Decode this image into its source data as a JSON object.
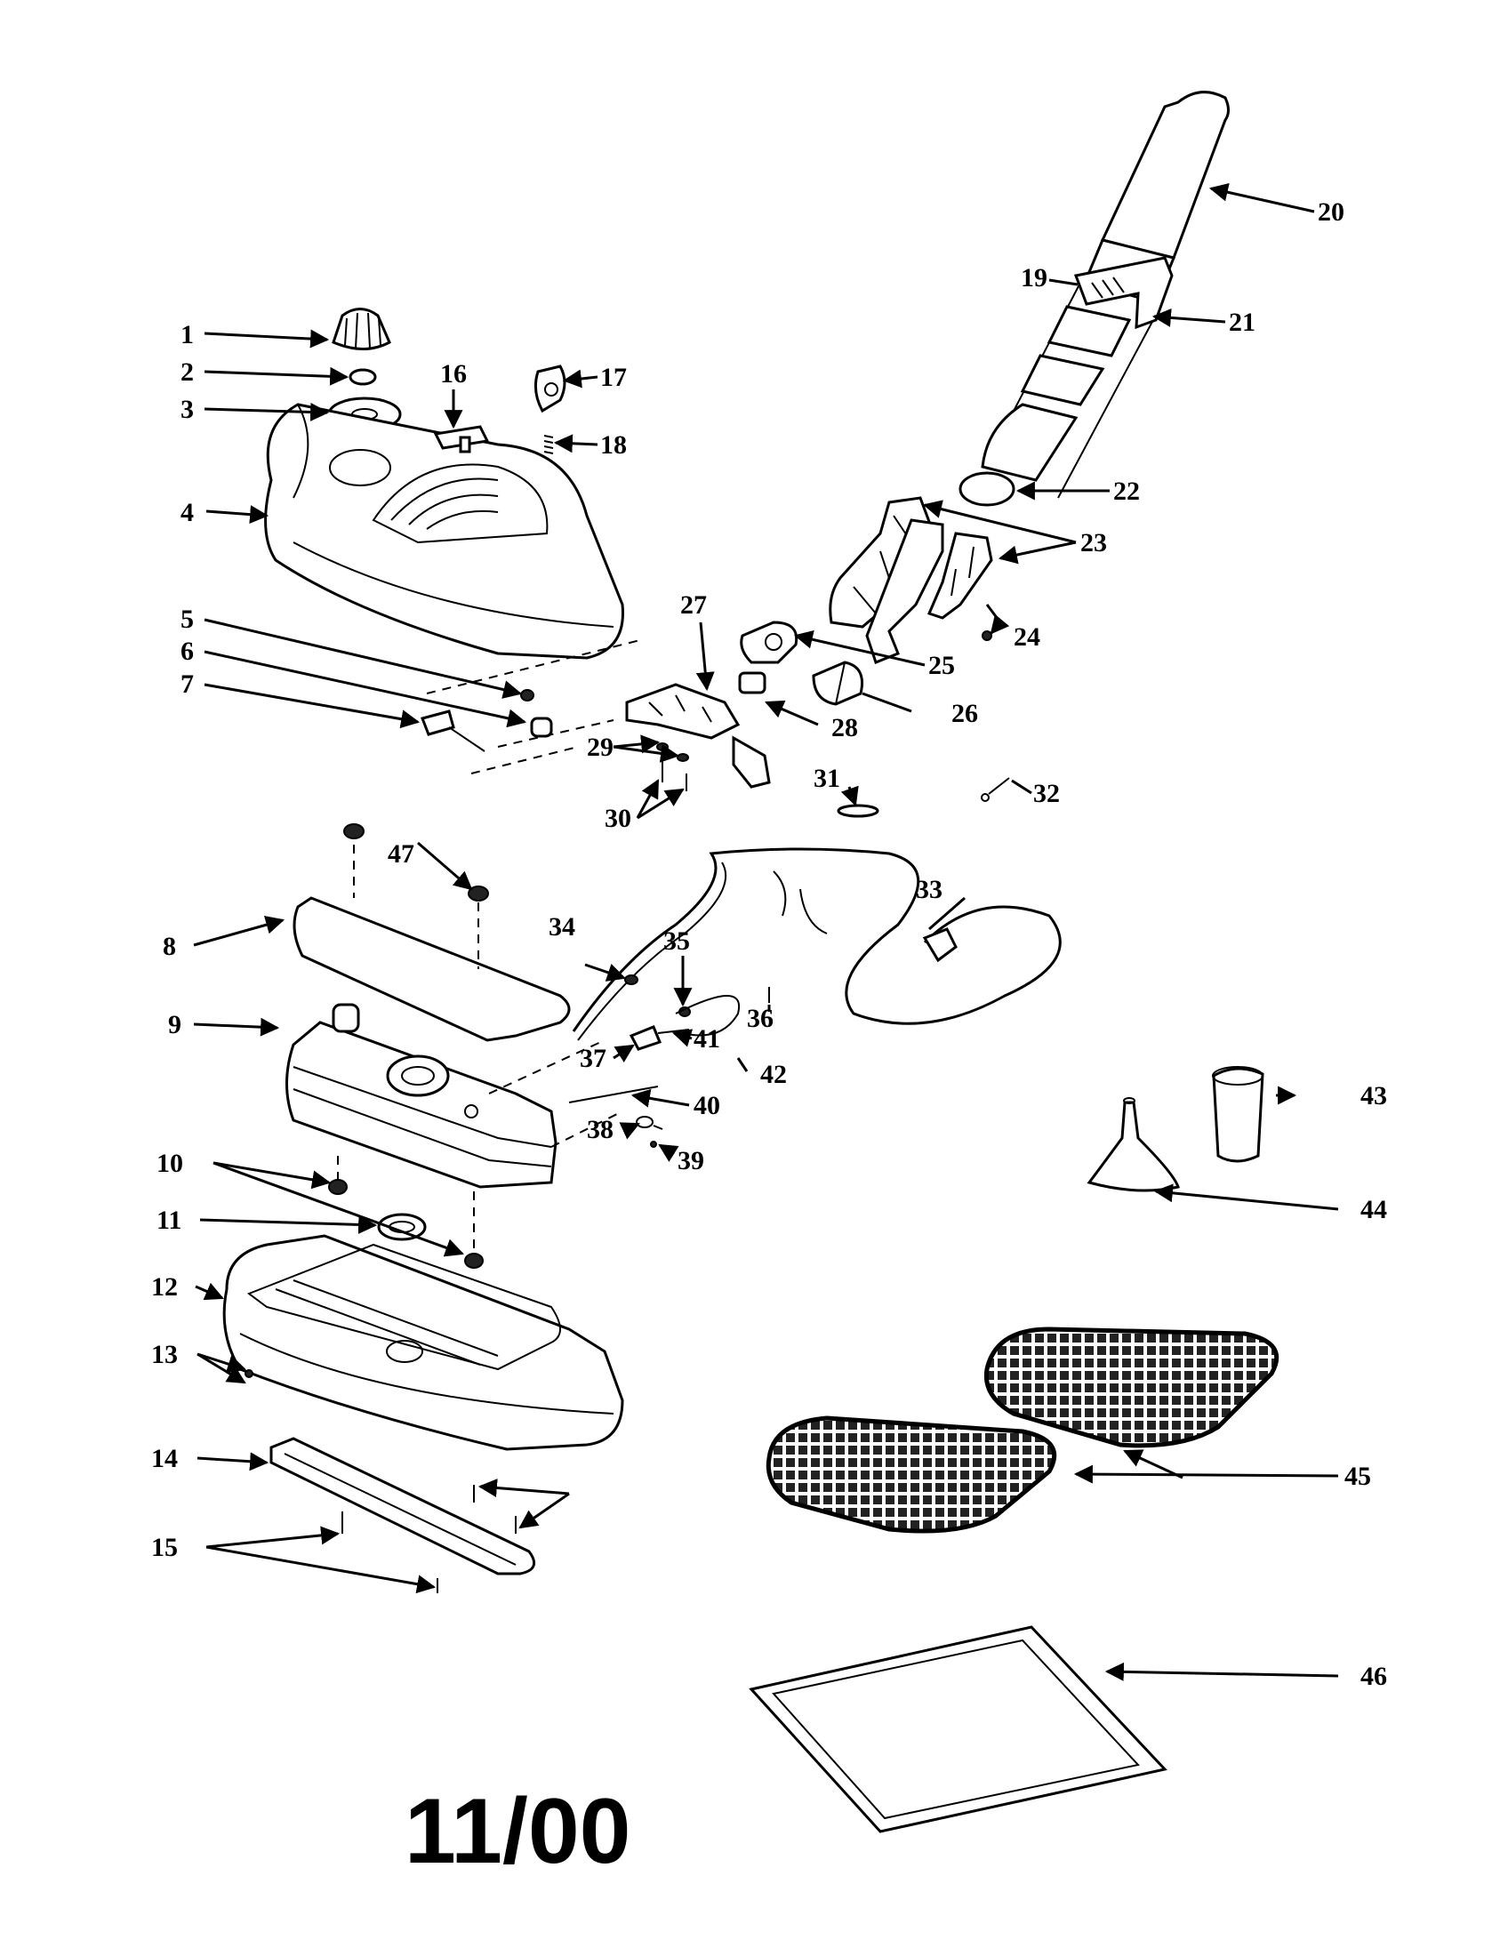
{
  "diagram": {
    "date_code": "11/00",
    "callouts": [
      "1",
      "2",
      "3",
      "4",
      "5",
      "6",
      "7",
      "8",
      "9",
      "10",
      "11",
      "12",
      "13",
      "14",
      "15",
      "16",
      "17",
      "18",
      "19",
      "20",
      "21",
      "22",
      "23",
      "24",
      "25",
      "26",
      "27",
      "28",
      "29",
      "30",
      "31",
      "32",
      "33",
      "34",
      "35",
      "36",
      "37",
      "38",
      "39",
      "40",
      "41",
      "42",
      "43",
      "44",
      "45",
      "46",
      "47"
    ]
  }
}
